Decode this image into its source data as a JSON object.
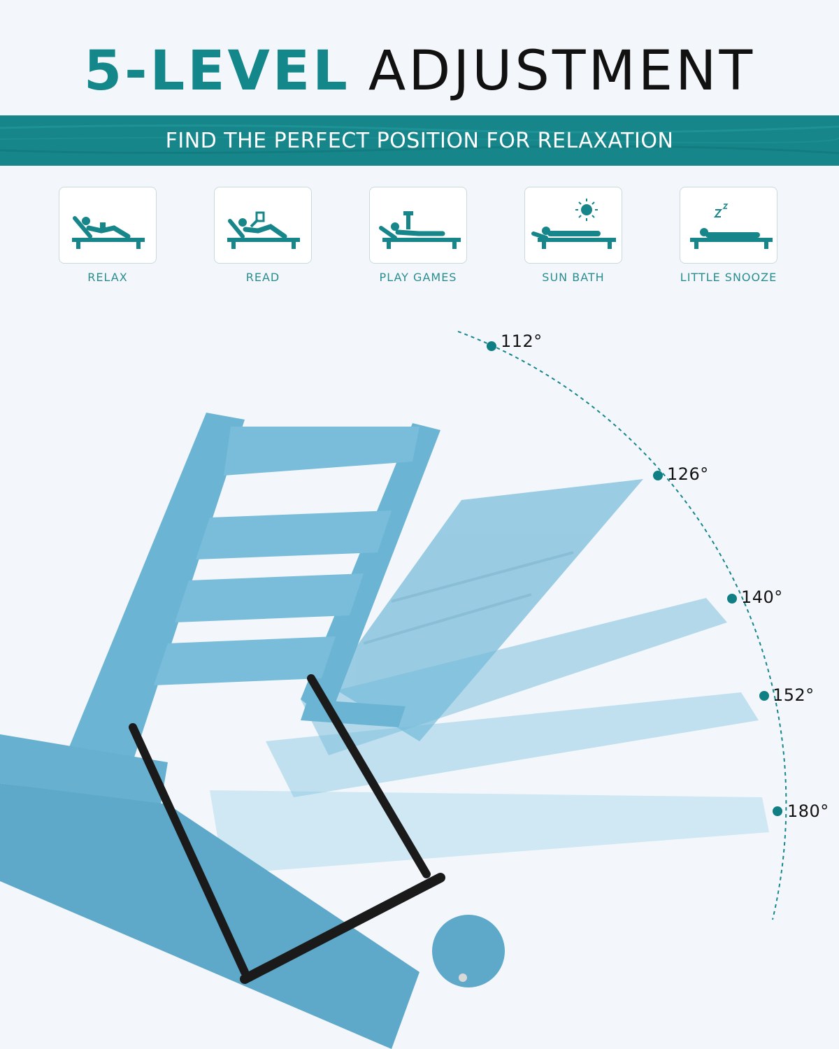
{
  "headline": {
    "accent": "5-LEVEL",
    "rest": "ADJUSTMENT"
  },
  "band": {
    "tagline": "FIND THE PERFECT POSITION FOR RELAXATION"
  },
  "activities": [
    {
      "label": "RELAX",
      "icon": "person-lounging-icon"
    },
    {
      "label": "READ",
      "icon": "person-reading-icon"
    },
    {
      "label": "PLAY GAMES",
      "icon": "person-playing-games-icon"
    },
    {
      "label": "SUN BATH",
      "icon": "person-sunbathing-icon"
    },
    {
      "label": "LITTLE SNOOZE",
      "icon": "person-sleeping-icon"
    }
  ],
  "angles": [
    "112°",
    "126°",
    "140°",
    "152°",
    "180°"
  ],
  "colors": {
    "brand": "#17868a",
    "chair": "#6fb8d6",
    "frame": "#1a1a1a"
  }
}
